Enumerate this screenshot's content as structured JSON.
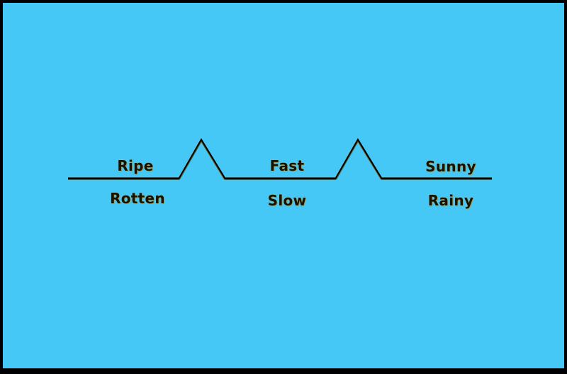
{
  "colors": {
    "background": "#45c8f5",
    "border": "#000000",
    "line": "#000000",
    "text": "#1a1200"
  },
  "pairs": [
    {
      "top": "Ripe",
      "bottom": "Rotten"
    },
    {
      "top": "Fast",
      "bottom": "Slow"
    },
    {
      "top": "Sunny",
      "bottom": "Rainy"
    }
  ]
}
